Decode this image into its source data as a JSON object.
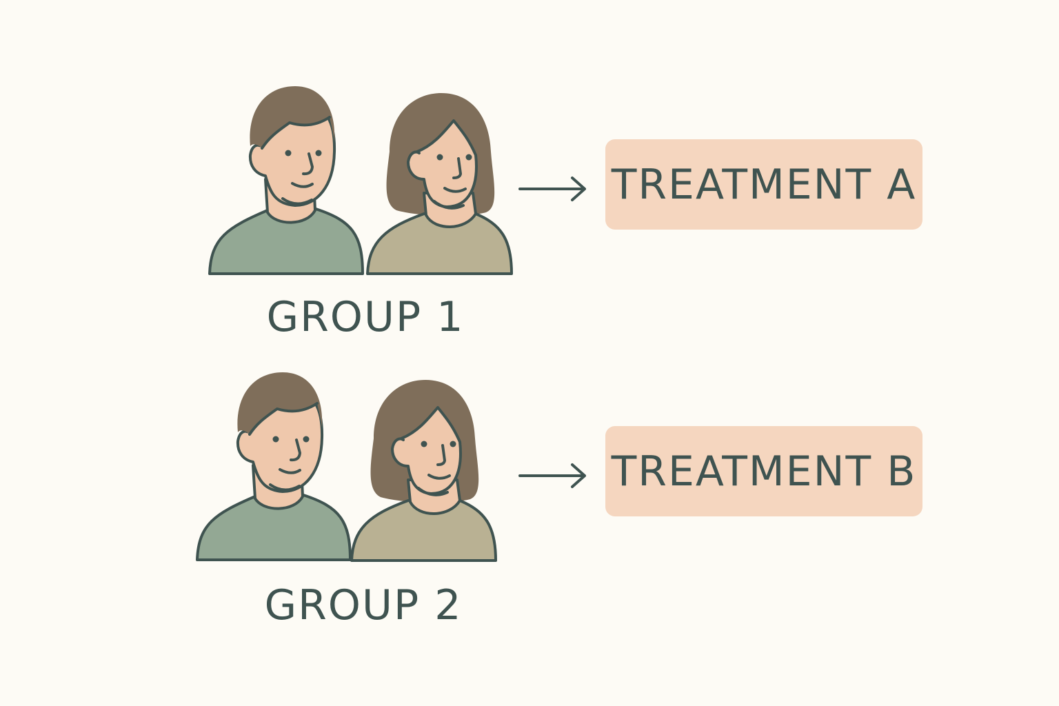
{
  "colors": {
    "background": "#fdfbf5",
    "hair": "#7f6e5a",
    "skin": "#efc8ac",
    "shirt_green": "#93a894",
    "shirt_tan": "#b9b193",
    "outline": "#3f5350",
    "box": "#f5d6bf"
  },
  "groups": [
    {
      "label": "GROUP 1",
      "treatment": "TREATMENT A"
    },
    {
      "label": "GROUP 2",
      "treatment": "TREATMENT B"
    }
  ]
}
